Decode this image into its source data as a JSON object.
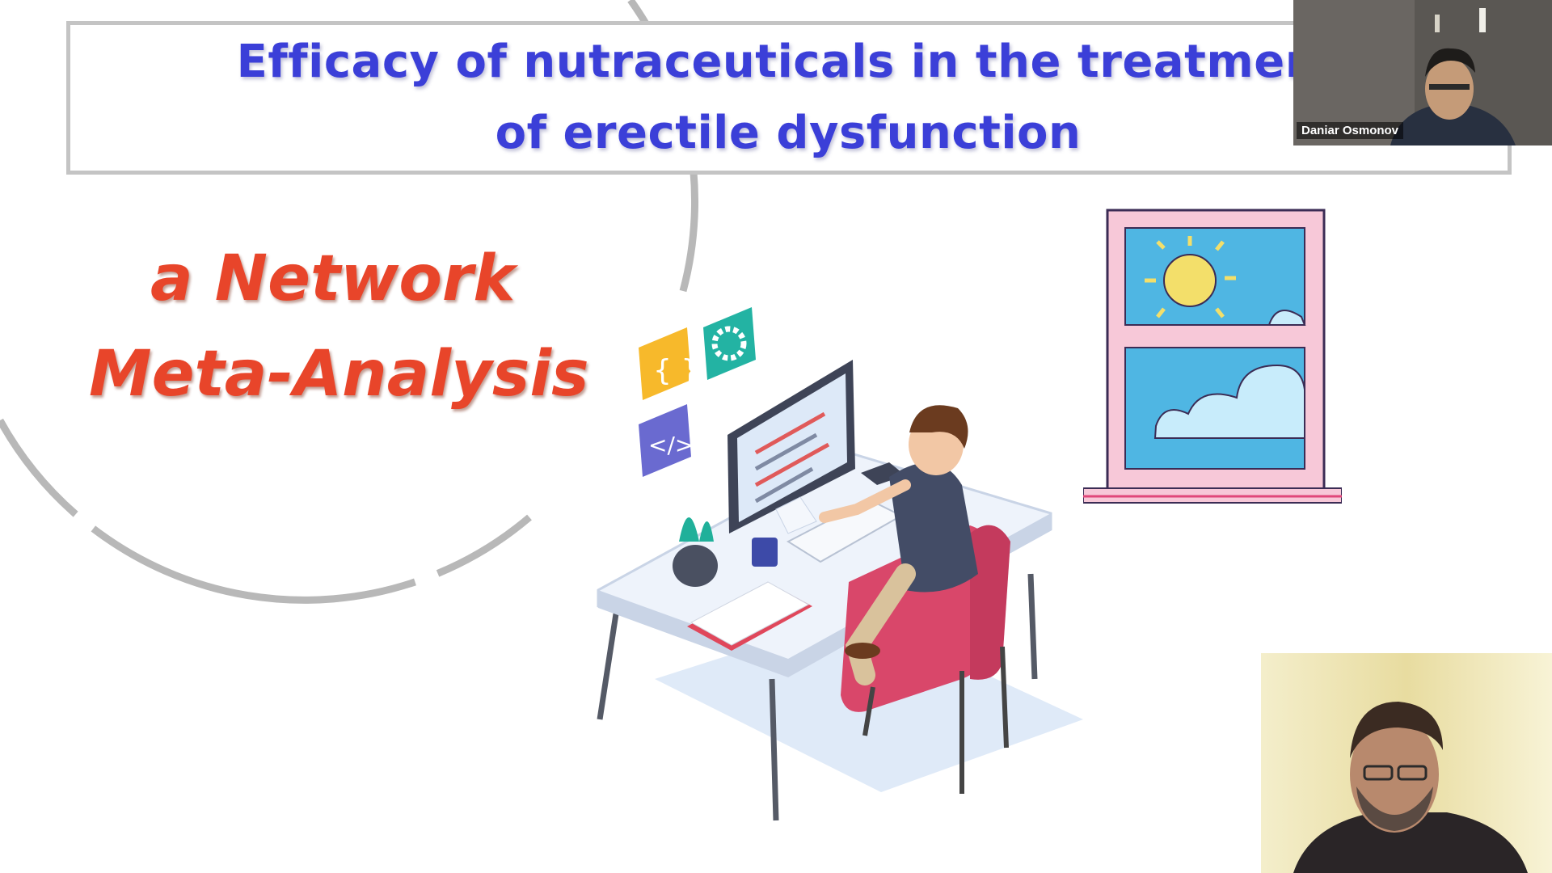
{
  "slide": {
    "title_line1": "Efficacy of nutraceuticals in the treatment",
    "title_line2": "of erectile dysfunction",
    "subtitle_line1": "a Network",
    "subtitle_line2": "Meta-Analysis",
    "illustration": [
      "person-at-desk-illustration",
      "window-illustration",
      "code-braces-icon",
      "gear-icon",
      "code-tag-icon"
    ]
  },
  "participants": [
    {
      "name": "Daniar Osmonov"
    },
    {
      "name": ""
    }
  ],
  "colors": {
    "title": "#3b3fd8",
    "subtitle": "#e8452a",
    "frame": "#c4c4c4",
    "chair": "#d9476a",
    "window_frame": "#e88fb0",
    "sky": "#4fb6e3"
  }
}
